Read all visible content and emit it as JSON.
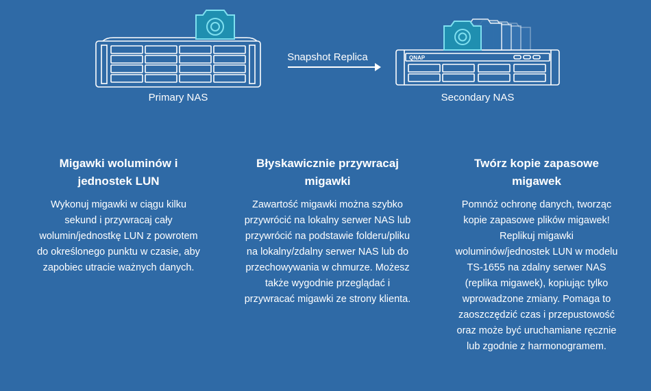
{
  "diagram": {
    "primary_label": "Primary NAS",
    "secondary_label": "Secondary NAS",
    "arrow_label": "Snapshot Replica",
    "brand_mark": "QNAP"
  },
  "features": [
    {
      "title_line1": "Migawki woluminów i",
      "title_line2": "jednostek LUN",
      "lines": [
        "Wykonuj migawki w ciągu kilku",
        "sekund i przywracaj cały",
        "wolumin/jednostkę LUN z powrotem",
        "do określonego punktu w czasie, aby",
        "zapobiec utracie ważnych danych."
      ]
    },
    {
      "title_line1": "Błyskawicznie przywracaj",
      "title_line2": "migawki",
      "lines": [
        "Zawartość migawki można szybko",
        "przywrócić na lokalny serwer NAS lub",
        "przywrócić na podstawie folderu/pliku",
        "na lokalny/zdalny serwer NAS lub do",
        "przechowywania w chmurze. Możesz",
        "także wygodnie przeglądać i",
        "przywracać migawki ze strony klienta."
      ]
    },
    {
      "title_line1": "Twórz kopie zapasowe",
      "title_line2": "migawek",
      "lines": [
        "Pomnóż ochronę danych, tworząc",
        "kopie zapasowe plików migawek!",
        "Replikuj migawki",
        "woluminów/jednostek LUN w modelu",
        "TS-1655 na zdalny serwer NAS",
        "(replika migawek), kopiując tylko",
        "wprowadzone zmiany. Pomaga to",
        "zaoszczędzić czas i przepustowość",
        "oraz może być uruchamiane ręcznie",
        "lub zgodnie z harmonogramem."
      ]
    }
  ],
  "colors": {
    "background": "#2f6aa6",
    "camera_fill": "#1f8fb0",
    "camera_stroke": "#7fe0f0",
    "line": "#ffffff"
  }
}
